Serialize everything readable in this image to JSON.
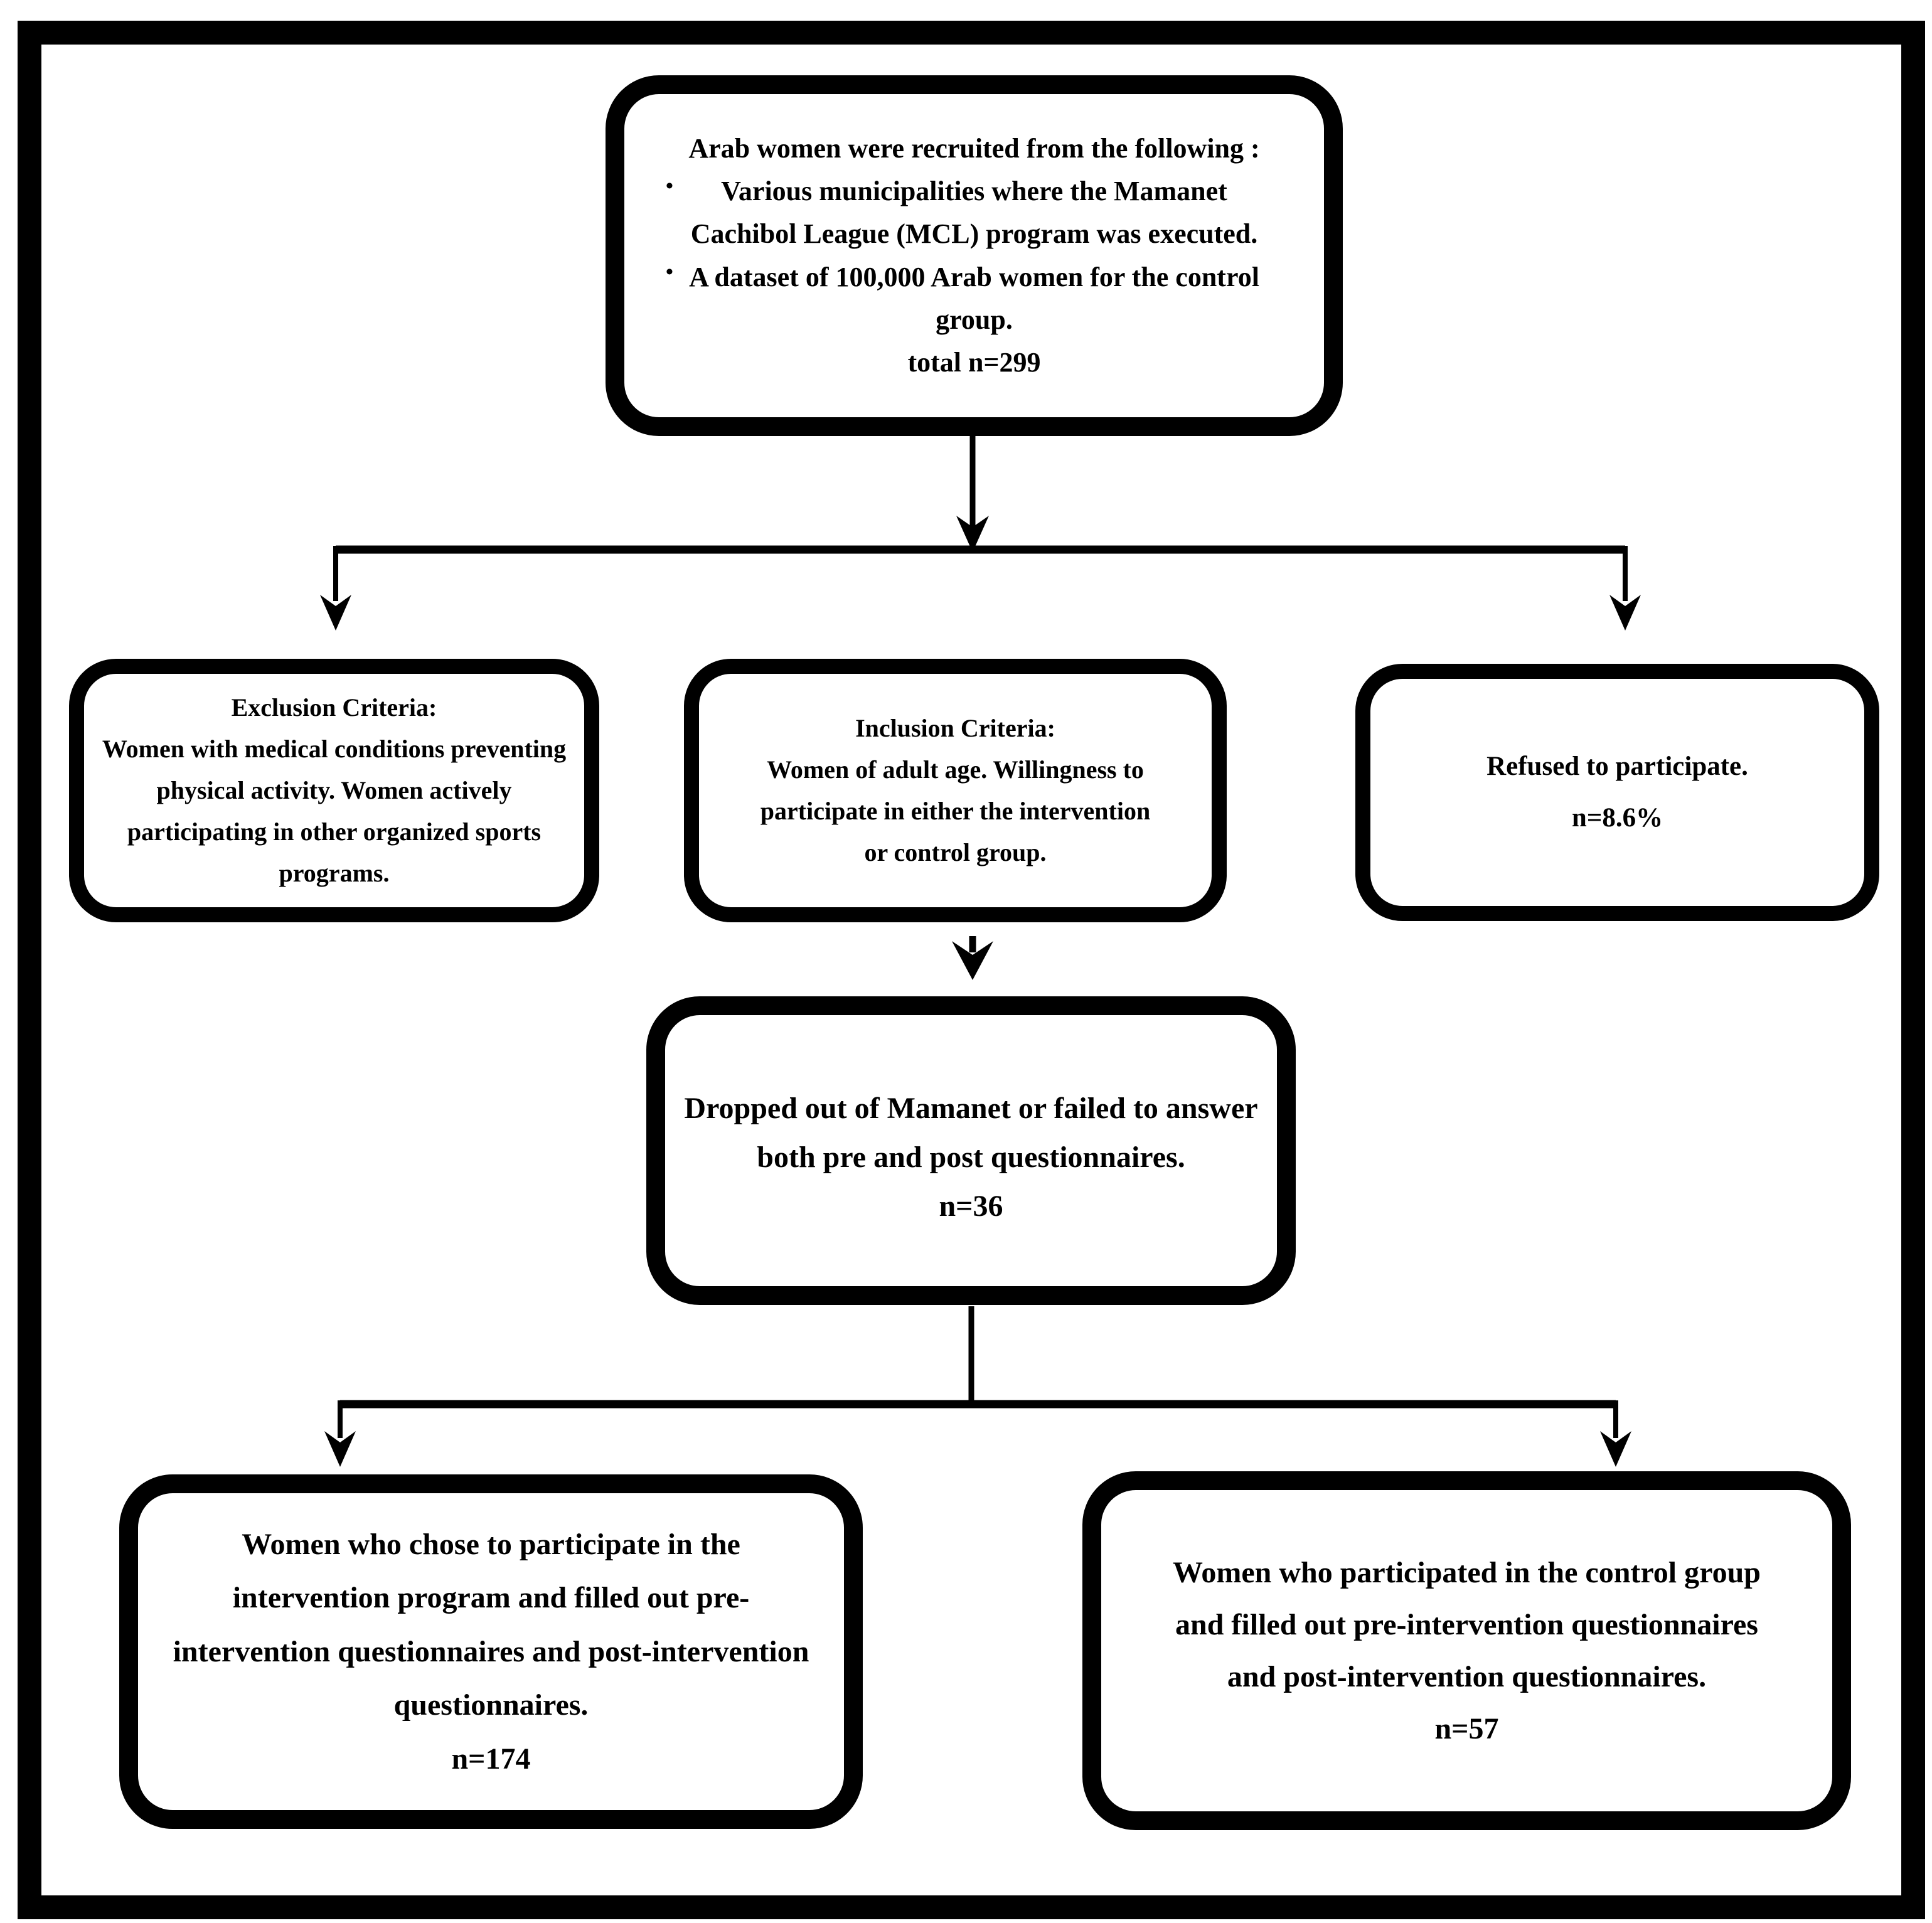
{
  "figure": {
    "colors": {
      "line": "#000000",
      "background": "#ffffff"
    },
    "top_box": {
      "heading": "Arab women were recruited from the following :",
      "bullet_glyph": "•",
      "bullets": [
        "Various municipalities where the Mamanet Cachibol League (MCL) program was executed.",
        "A dataset of 100,000 Arab women for the control group."
      ],
      "total_line": "total n=299"
    },
    "exclusion_box": {
      "heading": "Exclusion Criteria:",
      "body": "Women with medical conditions preventing physical activity. Women actively participating in other organized sports programs."
    },
    "inclusion_box": {
      "heading": "Inclusion Criteria:",
      "body": "Women of adult age. Willingness to participate in either the intervention or control group."
    },
    "refused_box": {
      "line1": "Refused to participate.",
      "count": "n=8.6%"
    },
    "dropped_box": {
      "line1": "Dropped out of Mamanet or failed to answer both pre and post questionnaires.",
      "count": "n=36"
    },
    "intervention_box": {
      "line1": "Women who chose to participate in the intervention program and filled out pre-intervention questionnaires and post-intervention questionnaires.",
      "count": "n=174"
    },
    "control_box": {
      "line1": "Women who participated in the control group and filled out pre-intervention questionnaires and post-intervention questionnaires.",
      "count": "n=57"
    }
  }
}
